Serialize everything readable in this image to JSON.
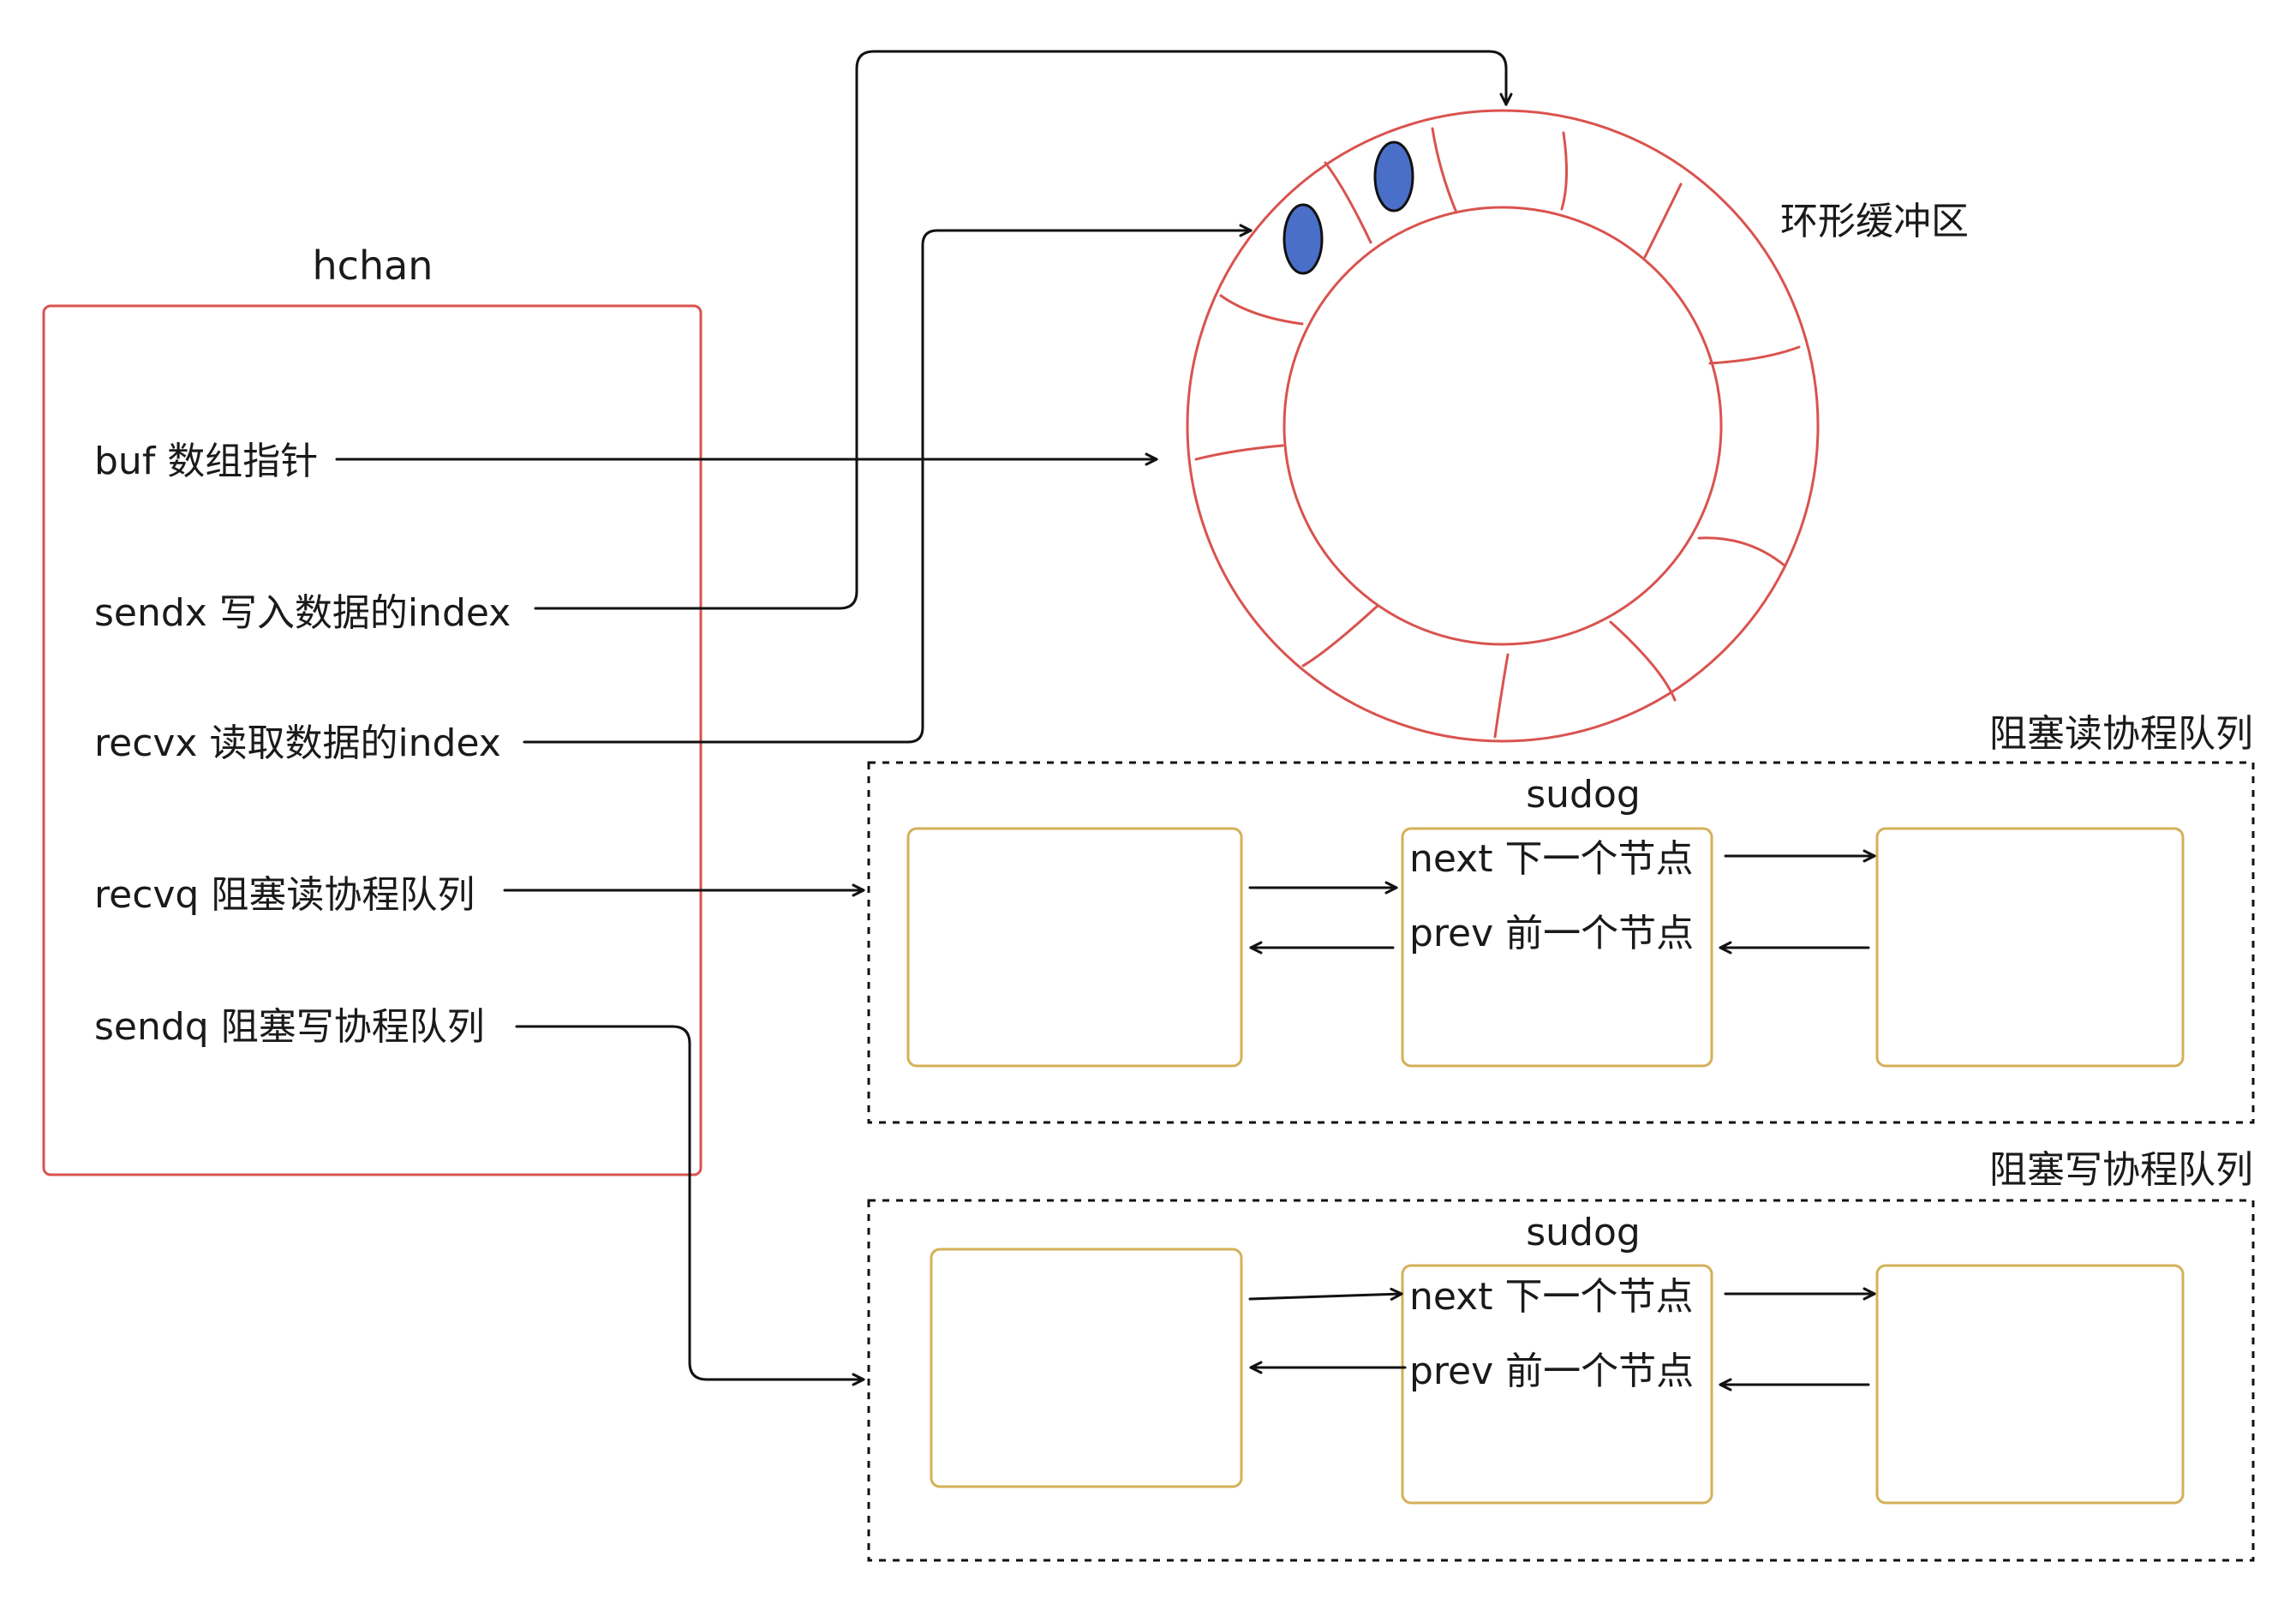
{
  "hchan": {
    "title": "hchan",
    "fields": {
      "buf": "buf 数组指针",
      "sendx": "sendx 写入数据的index",
      "recvx": "recvx 读取数据的index",
      "recvq": "recvq 阻塞读协程队列",
      "sendq": "sendq 阻塞写协程队列"
    }
  },
  "ring": {
    "label": "环形缓冲区"
  },
  "recv_queue": {
    "label": "阻塞读协程队列",
    "sudog_title": "sudog",
    "next_label": "next 下一个节点",
    "prev_label": "prev 前一个节点"
  },
  "send_queue": {
    "label": "阻塞写协程队列",
    "sudog_title": "sudog",
    "next_label": "next 下一个节点",
    "prev_label": "prev 前一个节点"
  },
  "colors": {
    "hchan_border": "#d9534f",
    "ring_stroke": "#d9534f",
    "element_fill": "#4a6fc9",
    "sudog_border": "#d4b057",
    "arrow": "#111111",
    "queue_border": "#111111"
  }
}
